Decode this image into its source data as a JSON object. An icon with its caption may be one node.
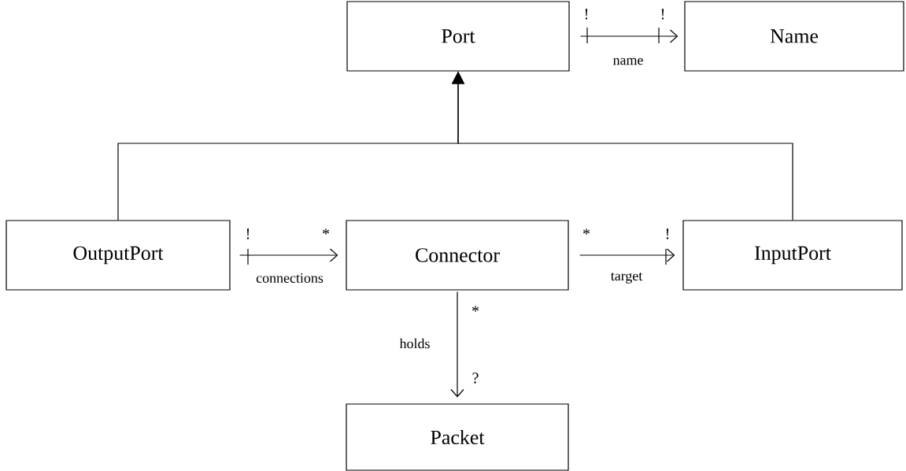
{
  "diagram": {
    "nodes": [
      {
        "text": [
          "Port"
        ]
      },
      {
        "text": [
          "Name"
        ]
      },
      {
        "text": [
          "OutputPort"
        ]
      },
      {
        "text": [
          "Connector"
        ]
      },
      {
        "text": [
          "InputPort"
        ]
      },
      {
        "text": [
          "Packet"
        ]
      }
    ],
    "edges": [
      {
        "from": 0,
        "to": 1,
        "arrow": "to",
        "label": "name"
      },
      {
        "from": 2,
        "to": 0,
        "arrow": "to"
      },
      {
        "from": 4,
        "to": 0,
        "arrow": "to"
      },
      {
        "from": 2,
        "to": 3,
        "arrow": "to",
        "label": "connections"
      },
      {
        "from": 3,
        "to": 4,
        "arrow": "to",
        "label": "target"
      },
      {
        "from": 3,
        "to": 5,
        "arrow": "to",
        "label": "holds"
      }
    ],
    "labels": [
      "!",
      "!",
      "!",
      "*",
      "*",
      "!",
      "*",
      "?"
    ]
  }
}
